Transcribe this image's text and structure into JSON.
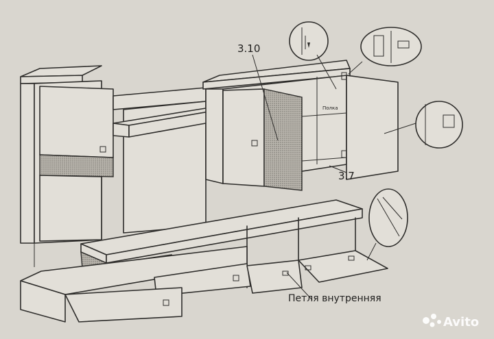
{
  "labels": {
    "part_3_10": "3.10",
    "part_3_7": "3.7",
    "hinge_caption": "Петля внутренняя",
    "shelf_tag": "Полка"
  },
  "watermark": {
    "brand": "Avito"
  },
  "colors": {
    "paper": "#d9d6cf",
    "line": "#2e2d2b",
    "panel": "#e2dfd8"
  }
}
